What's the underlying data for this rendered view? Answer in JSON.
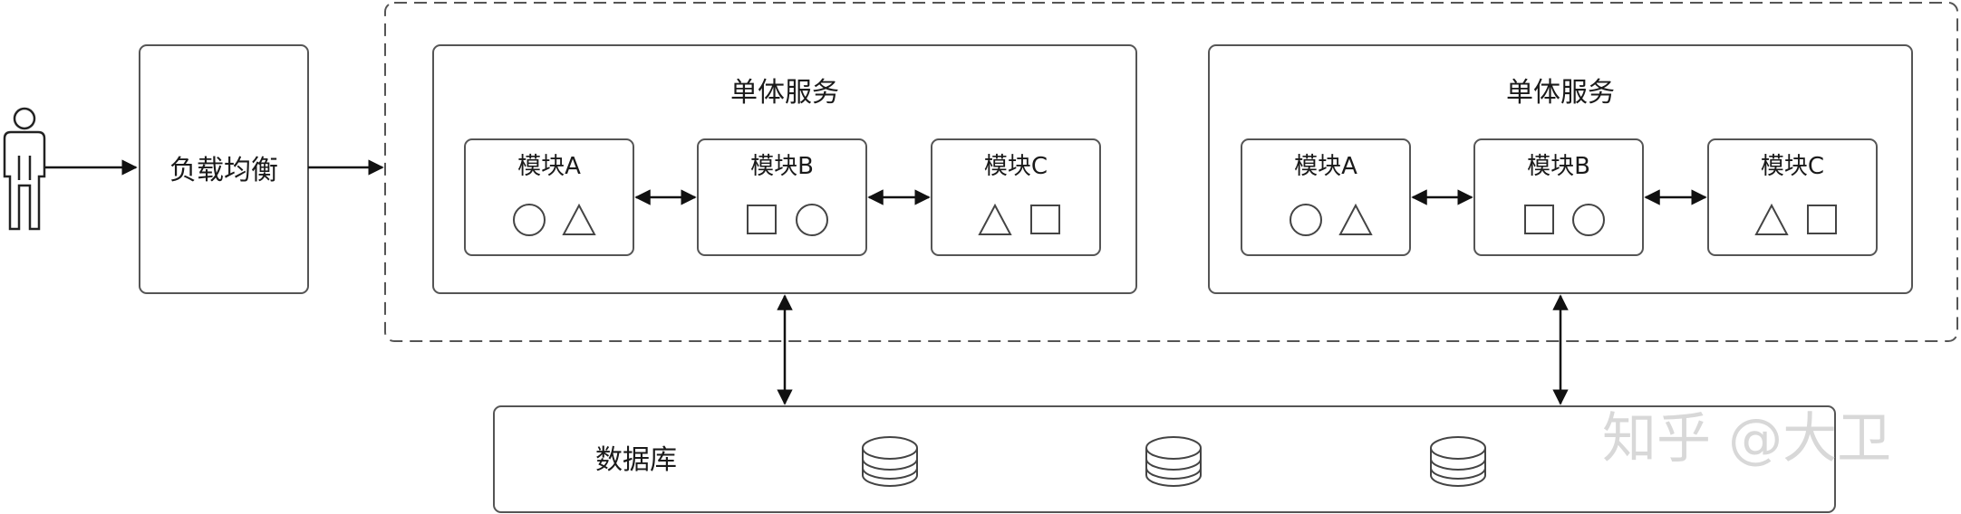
{
  "load_balancer": {
    "label": "负载均衡"
  },
  "services": [
    {
      "label": "单体服务",
      "modules": [
        {
          "label": "模块A",
          "shapes": [
            "circle",
            "triangle"
          ]
        },
        {
          "label": "模块B",
          "shapes": [
            "square",
            "circle"
          ]
        },
        {
          "label": "模块C",
          "shapes": [
            "triangle",
            "square"
          ]
        }
      ]
    },
    {
      "label": "单体服务",
      "modules": [
        {
          "label": "模块A",
          "shapes": [
            "circle",
            "triangle"
          ]
        },
        {
          "label": "模块B",
          "shapes": [
            "square",
            "circle"
          ]
        },
        {
          "label": "模块C",
          "shapes": [
            "triangle",
            "square"
          ]
        }
      ]
    }
  ],
  "database": {
    "label": "数据库",
    "icons": [
      "database-icon",
      "database-icon",
      "database-icon"
    ]
  },
  "watermark": {
    "text": "知乎 @大卫"
  },
  "colors": {
    "stroke": "#444444",
    "text": "#1a1a1a",
    "watermark": "#d8d8d8"
  }
}
